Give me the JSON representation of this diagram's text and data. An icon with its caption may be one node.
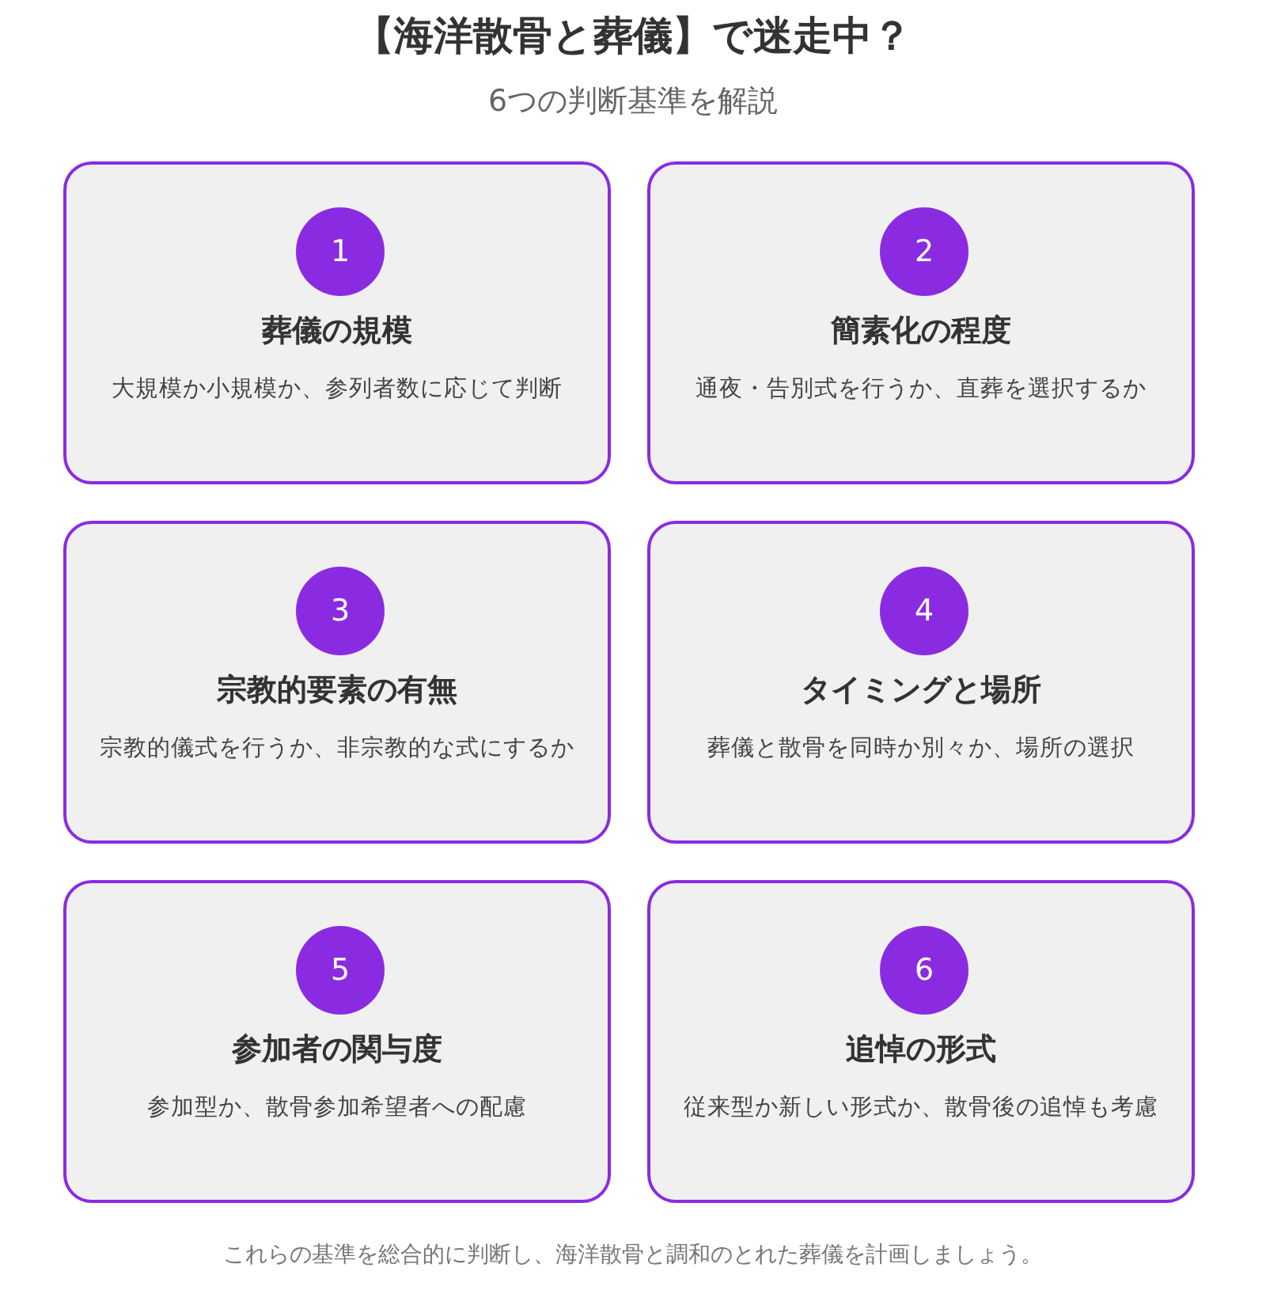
{
  "diagram": {
    "title": "【海洋散骨と葬儀】で迷走中？",
    "caption": "これらの基準を総合的に判断し、海洋散骨と調和のとれた葬儀を計画しましょう。",
    "labels": [
      "6つの判断基準を解説"
    ],
    "nodes": [
      {
        "text": [
          "葬儀の規模",
          "大規模か小規模か、参列者数に応じて判断"
        ]
      },
      {
        "text": [
          "1"
        ],
        "in": 0
      },
      {
        "text": [
          "簡素化の程度",
          "通夜・告別式を行うか、直葬を選択するか"
        ]
      },
      {
        "text": [
          "2"
        ],
        "in": 2
      },
      {
        "text": [
          "宗教的要素の有無",
          "宗教的儀式を行うか、非宗教的な式にするか"
        ]
      },
      {
        "text": [
          "3"
        ],
        "in": 4
      },
      {
        "text": [
          "タイミングと場所",
          "葬儀と散骨を同時か別々か、場所の選択"
        ]
      },
      {
        "text": [
          "4"
        ],
        "in": 6
      },
      {
        "text": [
          "参加者の関与度",
          "参加型か、散骨参加希望者への配慮"
        ]
      },
      {
        "text": [
          "5"
        ],
        "in": 8
      },
      {
        "text": [
          "追悼の形式",
          "従来型か新しい形式か、散骨後の追悼も考慮"
        ]
      },
      {
        "text": [
          "6"
        ],
        "in": 10
      }
    ],
    "edges": []
  }
}
